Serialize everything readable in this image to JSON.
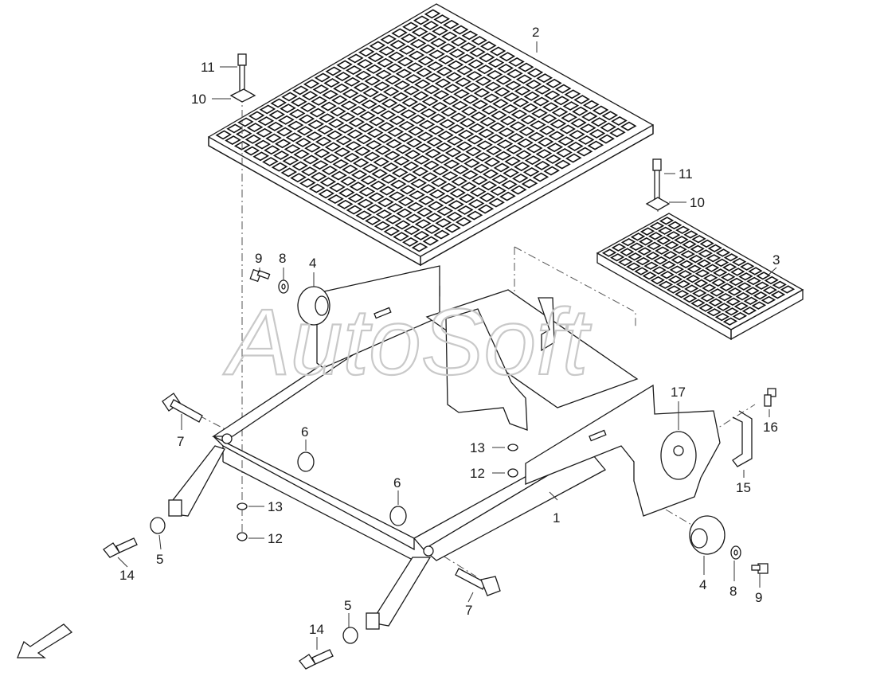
{
  "watermark": "AutoSoft",
  "callouts": [
    {
      "id": "c-2",
      "label": "2"
    },
    {
      "id": "c-11a",
      "label": "11"
    },
    {
      "id": "c-10a",
      "label": "10"
    },
    {
      "id": "c-11b",
      "label": "11"
    },
    {
      "id": "c-10b",
      "label": "10"
    },
    {
      "id": "c-3",
      "label": "3"
    },
    {
      "id": "c-9a",
      "label": "9"
    },
    {
      "id": "c-8a",
      "label": "8"
    },
    {
      "id": "c-4a",
      "label": "4"
    },
    {
      "id": "c-17",
      "label": "17"
    },
    {
      "id": "c-16",
      "label": "16"
    },
    {
      "id": "c-7a",
      "label": "7"
    },
    {
      "id": "c-6a",
      "label": "6"
    },
    {
      "id": "c-13a",
      "label": "13"
    },
    {
      "id": "c-12a",
      "label": "12"
    },
    {
      "id": "c-15",
      "label": "15"
    },
    {
      "id": "c-6b",
      "label": "6"
    },
    {
      "id": "c-13b",
      "label": "13"
    },
    {
      "id": "c-12b",
      "label": "12"
    },
    {
      "id": "c-1",
      "label": "1"
    },
    {
      "id": "c-14a",
      "label": "14"
    },
    {
      "id": "c-5a",
      "label": "5"
    },
    {
      "id": "c-4b",
      "label": "4"
    },
    {
      "id": "c-8b",
      "label": "8"
    },
    {
      "id": "c-9b",
      "label": "9"
    },
    {
      "id": "c-7b",
      "label": "7"
    },
    {
      "id": "c-5b",
      "label": "5"
    },
    {
      "id": "c-14b",
      "label": "14"
    }
  ]
}
